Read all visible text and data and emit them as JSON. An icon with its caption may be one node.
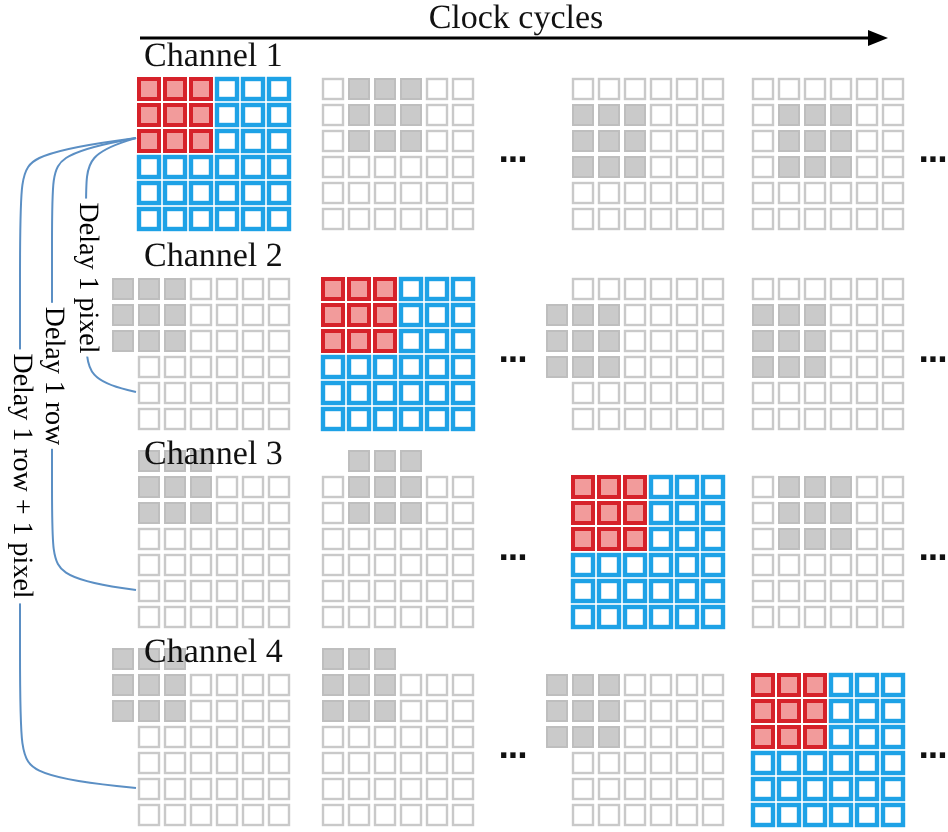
{
  "diagram": {
    "nodes": [
      {
        "text": [
          "Channel 1"
        ]
      },
      {
        "text": [
          "Channel 2"
        ]
      },
      {
        "text": [
          "Channel 3"
        ]
      },
      {
        "text": [
          "Channel 4"
        ]
      }
    ],
    "edges": [
      {
        "from": 0,
        "to": 1,
        "arrow": "none",
        "label": "Delay 1 pixel"
      },
      {
        "from": 0,
        "to": 2,
        "arrow": "none",
        "label": "Delay 1 row"
      },
      {
        "from": 0,
        "to": 3,
        "arrow": "none",
        "label": "Delay 1 row + 1 pixel"
      }
    ],
    "labels": [
      "Clock cycles",
      "...",
      "...",
      "...",
      "...",
      "...",
      "...",
      "...",
      "..."
    ]
  }
}
